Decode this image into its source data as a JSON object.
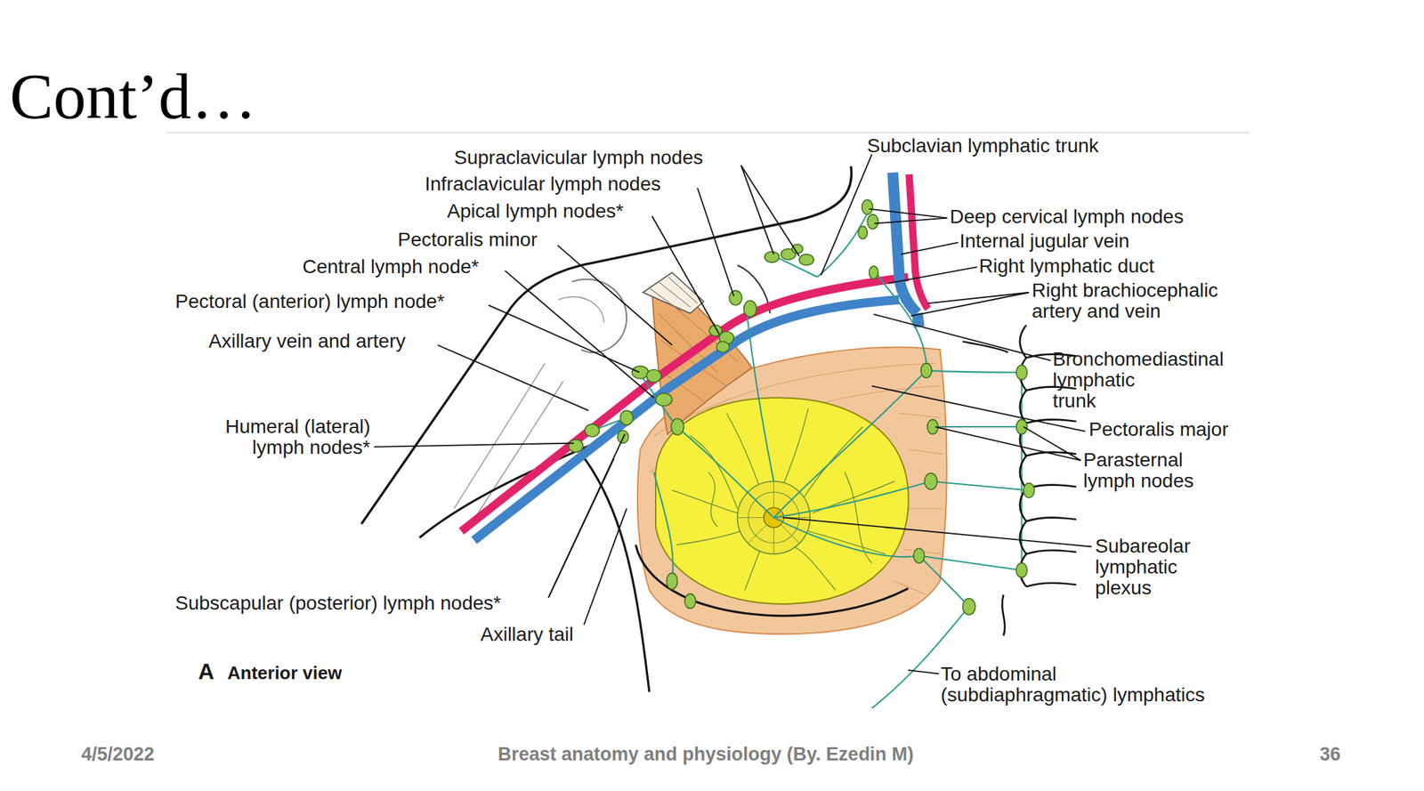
{
  "diagram": {
    "title": "Cont’d…",
    "labels": [
      "Supraclavicular lymph nodes",
      "Infraclavicular lymph nodes",
      "Apical lymph nodes*",
      "Pectoralis minor",
      "Central lymph node*",
      "Pectoral (anterior) lymph node*",
      "Axillary vein and artery",
      "Humeral (lateral) lymph nodes*",
      "Subscapular (posterior) lymph nodes*",
      "Axillary tail",
      "A",
      "Anterior view",
      "Subclavian lymphatic trunk",
      "Deep cervical lymph nodes",
      "Internal jugular vein",
      "Right lymphatic duct",
      "Right brachiocephalic artery and vein",
      "Bronchomediastinal lymphatic trunk",
      "Pectoralis major",
      "Parasternal lymph nodes",
      "Subareolar lymphatic plexus",
      "To abdominal (subdiaphragmatic) lymphatics",
      "4/5/2022",
      "Breast anatomy and physiology (By. Ezedin M)",
      "36"
    ]
  }
}
